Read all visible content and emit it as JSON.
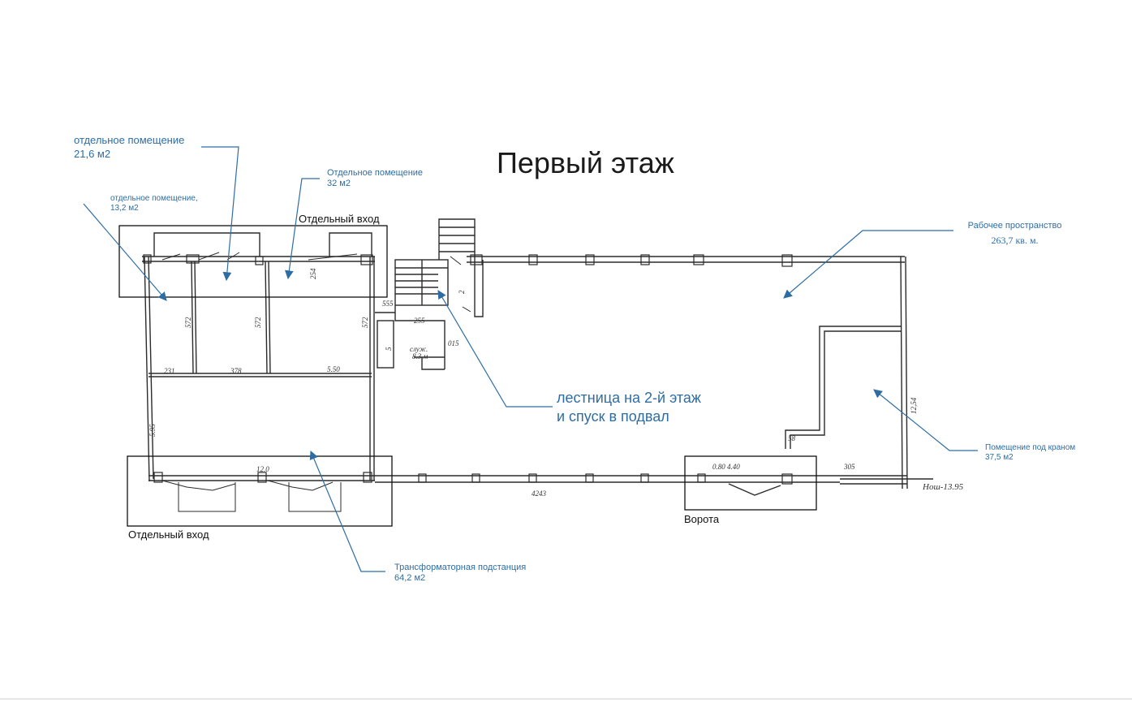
{
  "title": "Первый этаж",
  "labels": {
    "room_21": "отдельное помещение",
    "room_21_area": "21,6 м2",
    "room_32": "Отдельное помещение",
    "room_32_area": "32 м2",
    "room_13": "отдельное помещение,",
    "room_13_area": "13,2 м2",
    "entrance_top": "Отдельный вход",
    "entrance_bottom": "Отдельный вход",
    "workspace": "Рабочее пространство",
    "workspace_area": "263,7 кв. м.",
    "stairs_line1": "лестница на 2-й этаж",
    "stairs_line2": "и спуск в подвал",
    "crane_room": "Помещение под краном",
    "crane_room_area": "37,5 м2",
    "gate": "Ворота",
    "substation": "Трансформаторная подстанция",
    "substation_area": "64,2 м2"
  },
  "dimensions": {
    "d231": "231",
    "d378": "378",
    "d550": "5.50",
    "d120": "12.0",
    "d4243": "4243",
    "d305": "305",
    "d255": "255",
    "d015": "015",
    "d555": "555",
    "d572a": "572",
    "d572b": "572",
    "d572c": "572",
    "d254": "254",
    "d1254": "12,54",
    "d5": "5",
    "d2": "2",
    "d58": "58",
    "dgate": "0.80  4.40",
    "service": "служ.",
    "service2": "8.3 м",
    "level": "Нош-13.95",
    "d595": "5.95"
  },
  "colors": {
    "annotation": "#2e6da4",
    "wall": "#2b2b2b",
    "background": "#ffffff"
  }
}
